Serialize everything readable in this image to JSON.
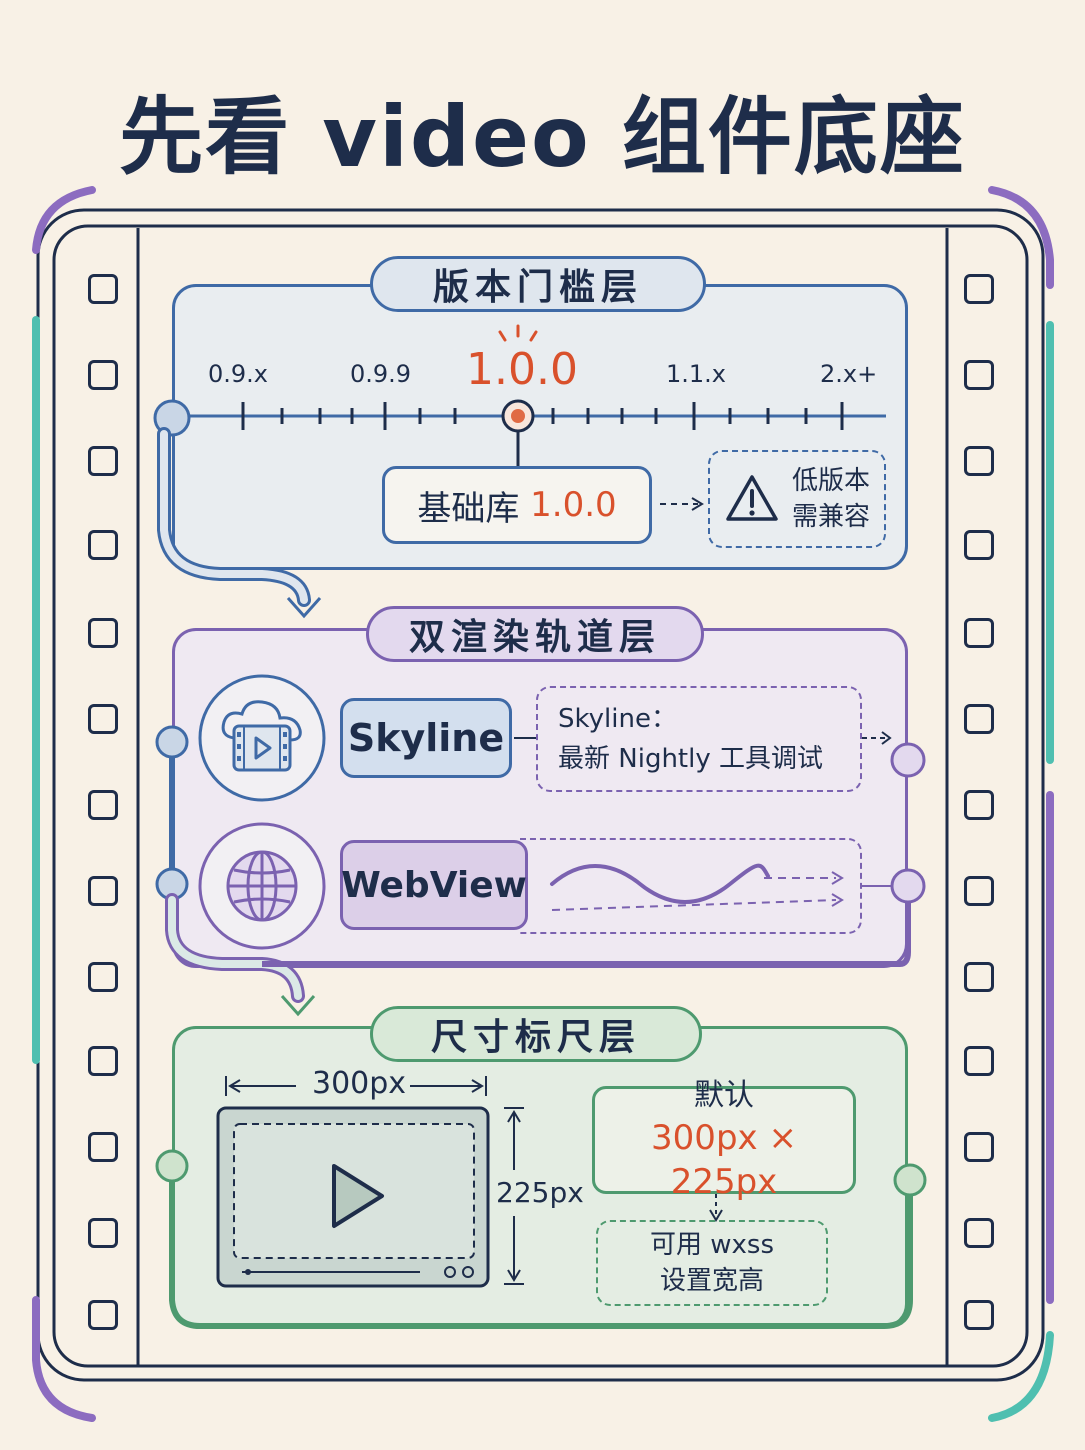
{
  "title": "先看 video 组件底座",
  "colors": {
    "ink": "#1e2d4a",
    "accent": "#d9512c",
    "blue": "#3f6aa6",
    "purple": "#7b62b0",
    "green": "#4e9a6f",
    "teal": "#4fbfb0"
  },
  "version_layer": {
    "label": "版本门槛层",
    "ticks": [
      "0.9.x",
      "0.9.9",
      "1.0.0",
      "1.1.x",
      "2.x+"
    ],
    "base_lib_label": "基础库",
    "base_lib_version": "1.0.0",
    "warning_line1": "低版本",
    "warning_line2": "需兼容",
    "warning_icon": "warning-triangle-icon"
  },
  "render_layer": {
    "label": "双渲染轨道层",
    "skyline_label": "Skyline",
    "skyline_note_line1": "Skyline：",
    "skyline_note_line2": "最新 Nightly 工具调试",
    "skyline_icon": "cloud-video-icon",
    "webview_label": "WebView",
    "webview_icon": "globe-icon"
  },
  "size_layer": {
    "label": "尺寸标尺层",
    "width_label": "300px",
    "height_label": "225px",
    "default_label": "默认",
    "default_size": "300px × 225px",
    "wxss_line1": "可用 wxss",
    "wxss_line2": "设置宽高",
    "video_icon": "play-icon"
  }
}
